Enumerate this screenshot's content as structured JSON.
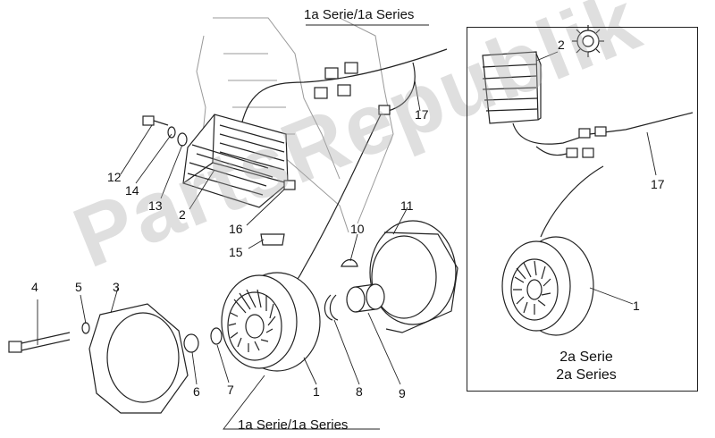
{
  "series_top_label": "1a Serie/1a Series",
  "series_bottom_label": "1a Serie/1a Series",
  "inset": {
    "line1": "2a Serie",
    "line2": "2a Series"
  },
  "watermark": "PartsRepublik",
  "parts": {
    "p1_left": "1",
    "p1_right": "1",
    "p2_left": "2",
    "p2_right": "2",
    "p3": "3",
    "p4": "4",
    "p5": "5",
    "p6": "6",
    "p7": "7",
    "p8": "8",
    "p9": "9",
    "p10": "10",
    "p11": "11",
    "p12": "12",
    "p13": "13",
    "p14": "14",
    "p15": "15",
    "p16": "16",
    "p17_left": "17",
    "p17_right": "17"
  }
}
